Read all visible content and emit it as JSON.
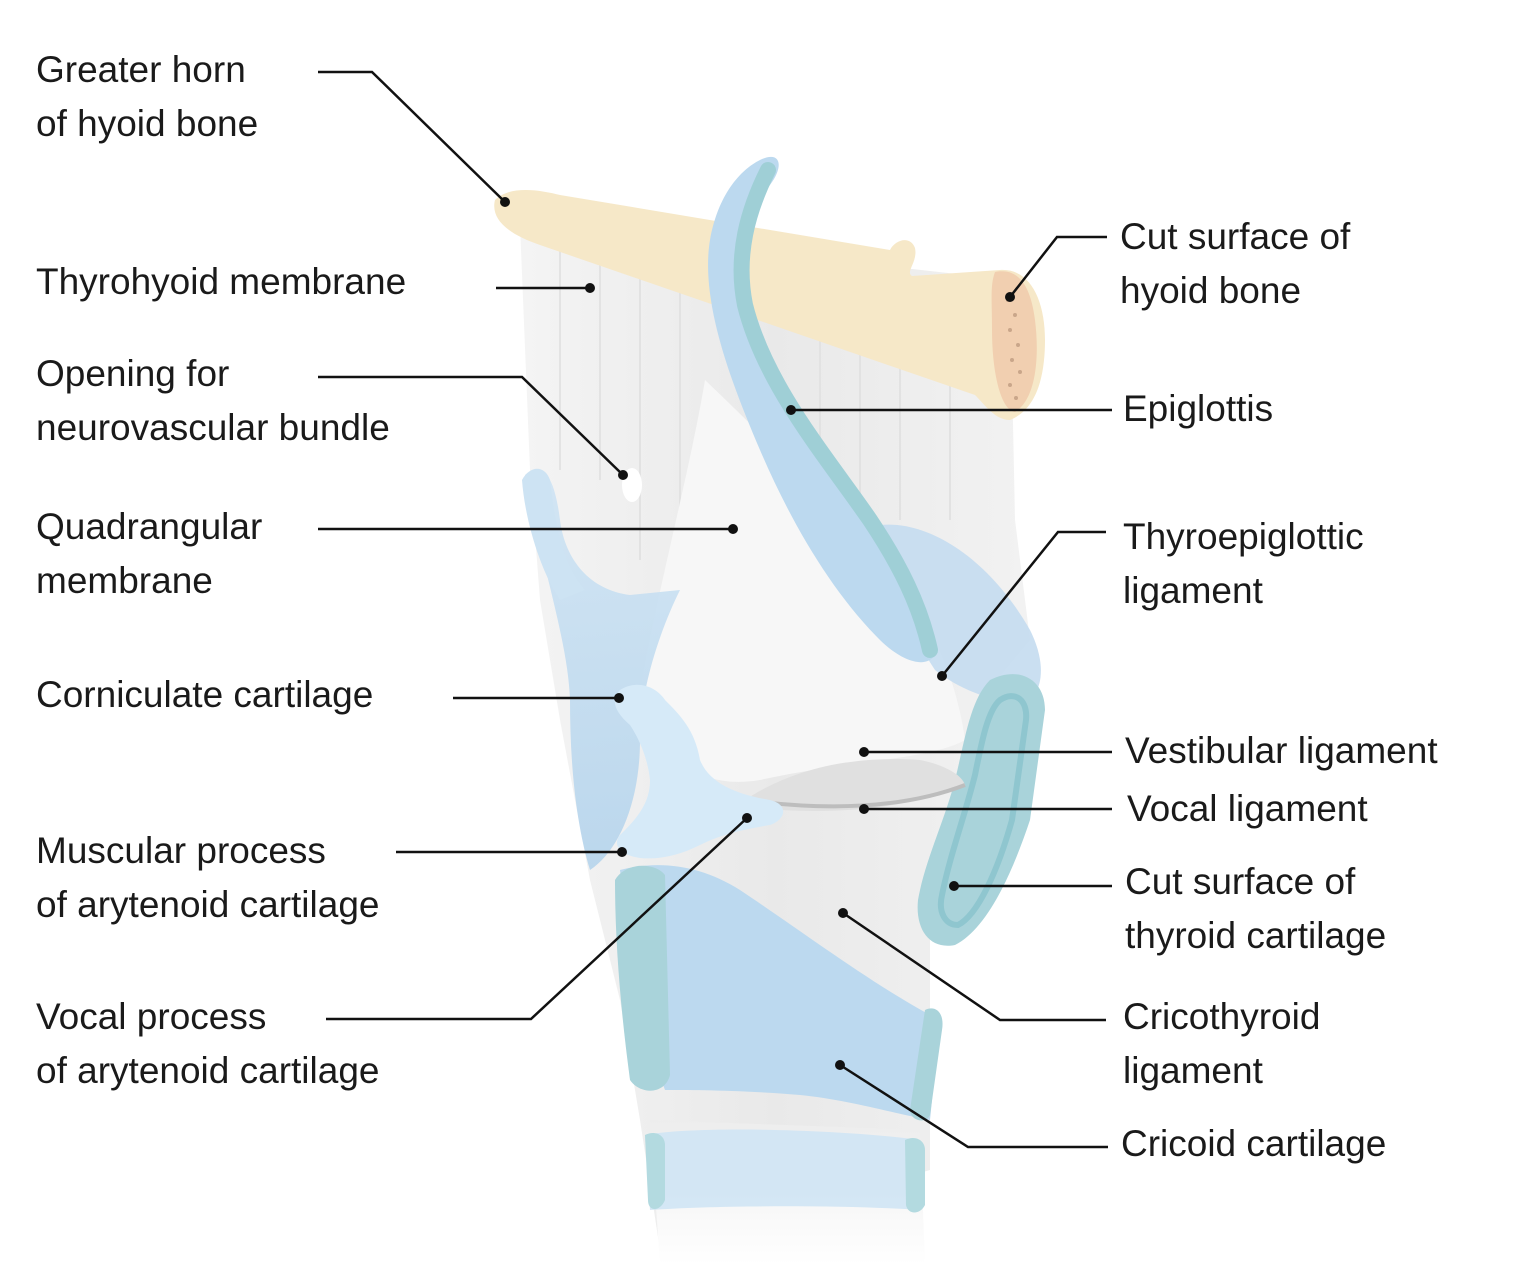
{
  "diagram": {
    "labels": {
      "greater_horn": {
        "line1": "Greater horn",
        "line2": "of hyoid bone"
      },
      "thyrohyoid_membrane": {
        "line1": "Thyrohyoid membrane"
      },
      "opening": {
        "line1": "Opening for",
        "line2": "neurovascular bundle"
      },
      "quadrangular": {
        "line1": "Quadrangular",
        "line2": "membrane"
      },
      "corniculate": {
        "line1": "Corniculate cartilage"
      },
      "muscular_process": {
        "line1": "Muscular process",
        "line2": "of arytenoid cartilage"
      },
      "vocal_process": {
        "line1": "Vocal process",
        "line2": "of arytenoid cartilage"
      },
      "cut_hyoid": {
        "line1": "Cut surface of",
        "line2": "hyoid bone"
      },
      "epiglottis": {
        "line1": "Epiglottis"
      },
      "thyroepiglottic": {
        "line1": "Thyroepiglottic",
        "line2": "ligament"
      },
      "vestibular": {
        "line1": "Vestibular ligament"
      },
      "vocal_ligament": {
        "line1": "Vocal ligament"
      },
      "cut_thyroid": {
        "line1": "Cut surface of",
        "line2": "thyroid cartilage"
      },
      "cricothyroid": {
        "line1": "Cricothyroid",
        "line2": "ligament"
      },
      "cricoid": {
        "line1": "Cricoid cartilage"
      }
    },
    "colors": {
      "bone": "#f6e8c8",
      "cartilage": "#bcd9ef",
      "cartilage_edge": "#9fcfd6",
      "membrane": "#ececec",
      "leader": "#111111"
    }
  }
}
